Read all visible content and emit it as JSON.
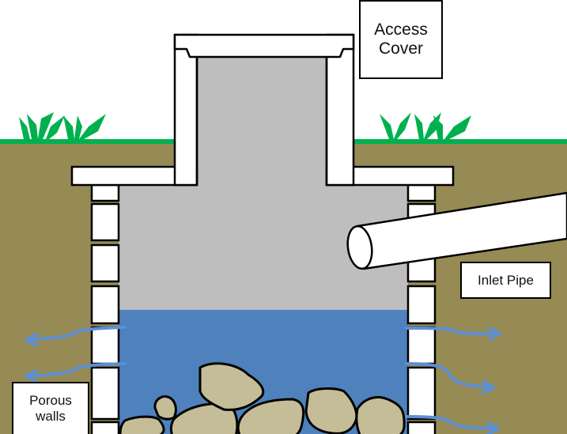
{
  "title": "Dry well cross-section diagram",
  "labels": {
    "access_cover": [
      "Access",
      "Cover"
    ],
    "inlet_pipe": "Inlet Pipe",
    "porous_walls": [
      "Porous",
      "walls"
    ]
  },
  "colors": {
    "soil": "#968a55",
    "grass": "#00b04f",
    "gray_interior": "#bebebe",
    "water": "#4f81bd",
    "stone": "#c4bd97",
    "flow_arrow": "#5b8fd6",
    "outline": "#000000",
    "concrete": "#ffffff"
  },
  "components": [
    "access cover",
    "riser",
    "slab",
    "porous walls",
    "inlet pipe",
    "water",
    "stones",
    "outflow arrows",
    "soil",
    "grass"
  ]
}
